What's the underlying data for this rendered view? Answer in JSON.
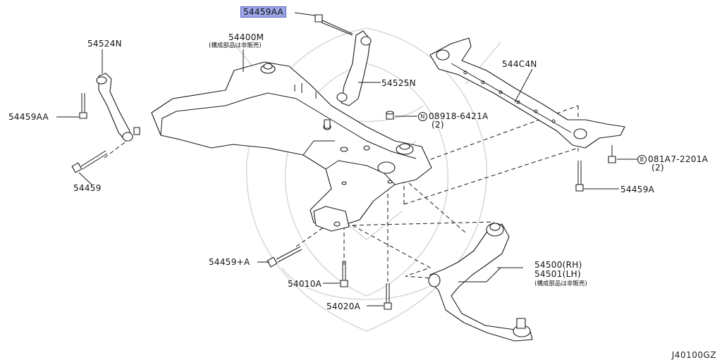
{
  "labels": {
    "bolt_54459AA_top": "54459AA",
    "link_54524N": "54524N",
    "member_54400M": "54400M",
    "member_54400M_note": "(構成部品は非販売)",
    "bracket_54525N": "54525N",
    "bar_544C4N": "544C4N",
    "bolt_54459AA_left": "54459AA",
    "nut_08918": "08918-6421A",
    "nut_08918_qty": "(2)",
    "nut_08918_prefix": "N",
    "bolt_081A7": "081A7-2201A",
    "bolt_081A7_qty": "(2)",
    "bolt_081A7_prefix": "B",
    "bolt_54459": "54459",
    "bolt_54459A": "54459A",
    "bolt_54459plusA": "54459+A",
    "arm_54500": "54500(RH)",
    "arm_54501": "54501(LH)",
    "arm_note": "(構成部品は非販売)",
    "bolt_54010A": "54010A",
    "bolt_54020A": "54020A"
  },
  "diagram_code": "J40100GZ",
  "colors": {
    "highlight": "#9aa6e6",
    "line": "#1a1a1a",
    "watermark": "#d9d9d9"
  }
}
